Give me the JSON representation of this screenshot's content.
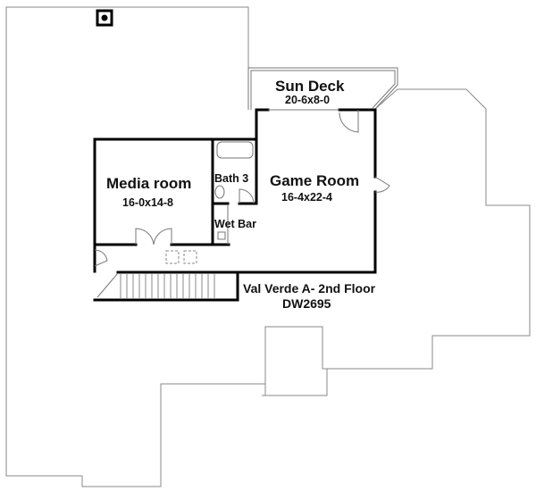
{
  "rooms": {
    "sun_deck": {
      "name": "Sun Deck",
      "size": "20-6x8-0"
    },
    "media_room": {
      "name": "Media room",
      "size": "16-0x14-8"
    },
    "game_room": {
      "name": "Game Room",
      "size": "16-4x22-4"
    },
    "bath": {
      "name": "Bath 3"
    },
    "wet_bar": {
      "name": "Wet Bar"
    }
  },
  "caption": {
    "title": "Val Verde A- 2nd Floor",
    "code": "DW2695"
  },
  "colors": {
    "wall": "#000000",
    "roof": "#8a8a8a"
  }
}
